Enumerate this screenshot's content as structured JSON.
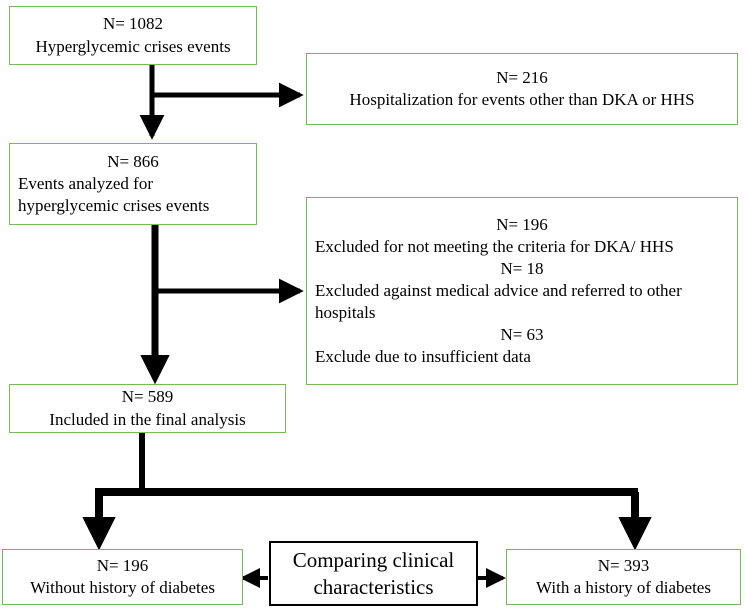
{
  "figure": {
    "type": "flowchart",
    "title": "Hyperglycemic crises events study flow diagram",
    "colors": {
      "box_border_green": "#7bb661",
      "box_border_black": "#000000",
      "connector": "#000000",
      "background": "#ffffff",
      "text": "#000000"
    }
  },
  "nodes": {
    "total_events": {
      "name": "total-hyperglycemic-crises-events",
      "count_label": "N= 1082",
      "description": "Hyperglycemic crises events",
      "border": "green"
    },
    "excluded_other_hospitalization": {
      "name": "excluded-other-hospitalization",
      "count_label": "N= 216",
      "description": "Hospitalization for events other than DKA or HHS",
      "border": "green"
    },
    "analyzed_events": {
      "name": "events-analyzed",
      "count_label": "N= 866",
      "description_line1": "Events analyzed for",
      "description_line2": "hyperglycemic crises events",
      "border": "green"
    },
    "excluded_reasons": {
      "name": "excluded-reasons",
      "border": "green",
      "items": [
        {
          "count_label": "N= 196",
          "description_line1": "Excluded for not meeting the criteria for DKA/ HHS",
          "description_line2": ""
        },
        {
          "count_label": "N= 18",
          "description_line1": "Excluded against medical advice and referred to other",
          "description_line2": "hospitals"
        },
        {
          "count_label": "N= 63",
          "description_line1": "Exclude due to insufficient data",
          "description_line2": ""
        }
      ]
    },
    "final_analysis": {
      "name": "included-final-analysis",
      "count_label": "N= 589",
      "description": "Included in the final analysis",
      "border": "green"
    },
    "without_history": {
      "name": "without-history-of-diabetes",
      "count_label": "N= 196",
      "description": "Without history of diabetes",
      "border": "green"
    },
    "comparison": {
      "name": "comparing-clinical-characteristics",
      "line1": "Comparing clinical",
      "line2": "characteristics",
      "border": "black"
    },
    "with_history": {
      "name": "with-history-of-diabetes",
      "count_label": "N= 393",
      "description": "With a history of diabetes",
      "border": "green"
    }
  },
  "connectors": [
    {
      "name": "total-to-analyzed",
      "kind": "arrow-down"
    },
    {
      "name": "total-to-excluded-other",
      "kind": "arrow-right"
    },
    {
      "name": "analyzed-to-final",
      "kind": "arrow-down-thick"
    },
    {
      "name": "analyzed-to-excluded-reasons",
      "kind": "arrow-right"
    },
    {
      "name": "final-split-bar",
      "kind": "bracket-down-two"
    },
    {
      "name": "comparison-to-without-history",
      "kind": "arrow-left"
    },
    {
      "name": "comparison-to-with-history",
      "kind": "arrow-right"
    }
  ]
}
